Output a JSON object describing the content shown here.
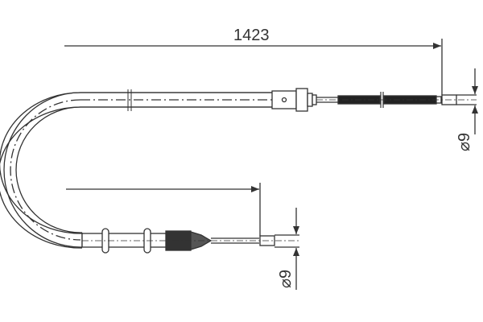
{
  "diagram": {
    "type": "technical-drawing",
    "subject": "brake cable",
    "colors": {
      "line": "#333333",
      "background": "#ffffff"
    },
    "dimensions": {
      "length": {
        "label": "1423"
      },
      "top_end_diameter": {
        "label": "⌀9"
      },
      "bottom_end_diameter": {
        "label": "⌀9"
      }
    }
  }
}
